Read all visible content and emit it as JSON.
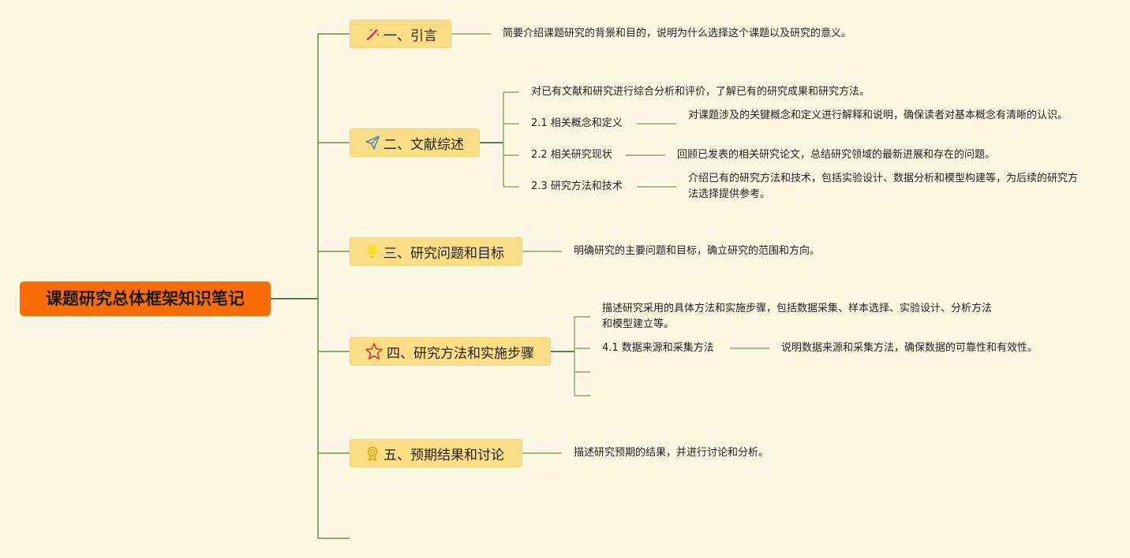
{
  "root": {
    "title": "课题研究总体框架知识笔记"
  },
  "topics": [
    {
      "label": "一、引言",
      "icon": "magic-wand-icon",
      "desc": "简要介绍课题研究的背景和目的，说明为什么选择这个课题以及研究的意义。"
    },
    {
      "label": "二、文献综述",
      "icon": "paper-plane-icon",
      "intro": "对已有文献和研究进行综合分析和评价，了解已有的研究成果和研究方法。",
      "subs": [
        {
          "label": "2.1 相关概念和定义",
          "desc": "对课题涉及的关键概念和定义进行解释和说明，确保读者对基本概念有清晰的认识。"
        },
        {
          "label": "2.2 相关研究现状",
          "desc": "回顾已发表的相关研究论文，总结研究领域的最新进展和存在的问题。"
        },
        {
          "label": "2.3 研究方法和技术",
          "desc": "介绍已有的研究方法和技术，包括实验设计、数据分析和模型构建等，为后续的研究方法选择提供参考。"
        }
      ]
    },
    {
      "label": "三、研究问题和目标",
      "icon": "lightbulb-icon",
      "desc": "明确研究的主要问题和目标，确立研究的范围和方向。"
    },
    {
      "label": "四、研究方法和实施步骤",
      "icon": "star-icon",
      "intro": "描述研究采用的具体方法和实施步骤，包括数据采集、样本选择、实验设计、分析方法和模型建立等。",
      "subs": [
        {
          "label": "4.1 数据来源和采集方法",
          "desc": "说明数据来源和采集方法，确保数据的可靠性和有效性。"
        }
      ]
    },
    {
      "label": "五、预期结果和讨论",
      "icon": "award-medal-icon",
      "desc": "描述研究预期的结果，并进行讨论和分析。"
    }
  ],
  "colors": {
    "background": "#fef7e3",
    "root_fill": "#f96d06",
    "topic_fill": "#fbdd86",
    "main_line": "#1f5a1f",
    "branch_line": "#5d8a3c"
  }
}
